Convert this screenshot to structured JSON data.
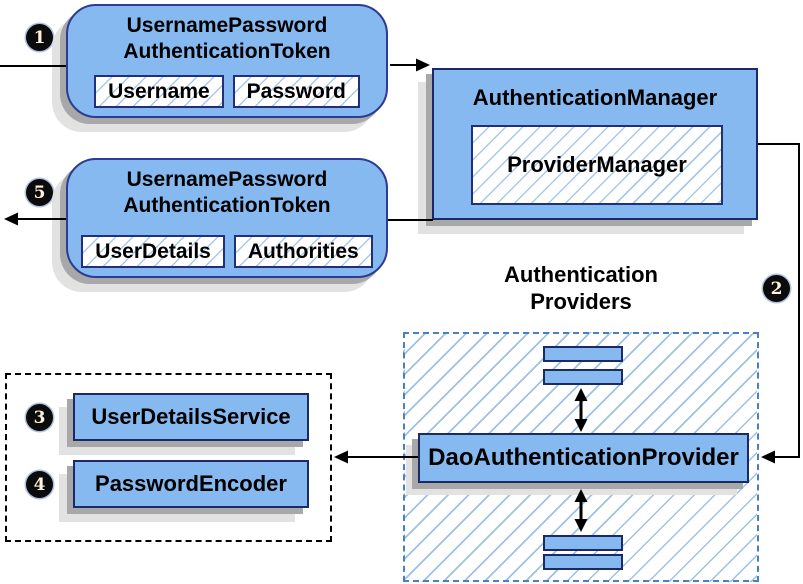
{
  "steps": {
    "one": "1",
    "two": "2",
    "three": "3",
    "four": "4",
    "five": "5"
  },
  "request_token": {
    "title1": "UsernamePassword",
    "title2": "AuthenticationToken",
    "field1": "Username",
    "field2": "Password"
  },
  "authentication_manager": {
    "title": "AuthenticationManager",
    "inner": "ProviderManager"
  },
  "response_token": {
    "title1": "UsernamePassword",
    "title2": "AuthenticationToken",
    "field1": "UserDetails",
    "field2": "Authorities"
  },
  "providers": {
    "label1": "Authentication",
    "label2": "Providers",
    "dao": "DaoAuthenticationProvider"
  },
  "services": {
    "user_details_service": "UserDetailsService",
    "password_encoder": "PasswordEncoder"
  },
  "colors": {
    "box_fill": "#85b9f0",
    "box_border": "#1b2a66",
    "rounded_border": "#2c3b94",
    "hatch_line": "#a9c9ec",
    "dashed_border": "#4b7fc4",
    "dotted_border": "#000000",
    "shadow_dark": "#a8a8a8",
    "shadow_light": "#e2e2e2",
    "connector": "#000000",
    "badge_background": "#0b0b0b"
  }
}
